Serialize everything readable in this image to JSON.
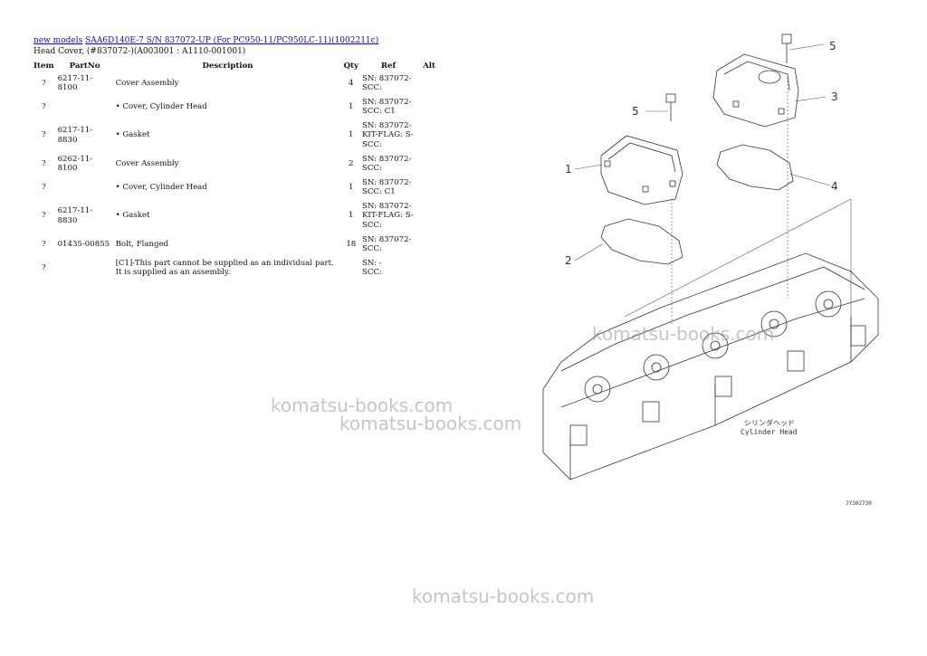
{
  "breadcrumb": {
    "link1": "new models",
    "link2": "SAA6D140E-7 S/N 837072-UP (For PC950-11/PC950LC-11)(1002211c)"
  },
  "subtitle": "Head Cover, (#837072-)(A003001 : A1110-001001)",
  "table": {
    "headers": [
      "Item",
      "PartNo",
      "Description",
      "Qty",
      "Ref",
      "Alt"
    ],
    "rows": [
      {
        "item": "?",
        "part": "6217-11-8100",
        "desc": "Cover Assembly",
        "qty": "4",
        "ref": [
          "SN: 837072-",
          "SCC:"
        ]
      },
      {
        "item": "?",
        "part": "",
        "desc": "• Cover, Cylinder Head",
        "qty": "1",
        "ref": [
          "SN: 837072-",
          "SCC: C1"
        ]
      },
      {
        "item": "?",
        "part": "6217-11-8830",
        "desc": "• Gasket",
        "qty": "1",
        "ref": [
          "SN: 837072-",
          "KIT-FLAG: S-",
          "SCC:"
        ]
      },
      {
        "item": "?",
        "part": "6262-11-8100",
        "desc": "Cover Assembly",
        "qty": "2",
        "ref": [
          "SN: 837072-",
          "SCC:"
        ]
      },
      {
        "item": "?",
        "part": "",
        "desc": "• Cover, Cylinder Head",
        "qty": "1",
        "ref": [
          "SN: 837072-",
          "SCC: C1"
        ]
      },
      {
        "item": "?",
        "part": "6217-11-8830",
        "desc": "• Gasket",
        "qty": "1",
        "ref": [
          "SN: 837072-",
          "KIT-FLAG: S-",
          "SCC:"
        ]
      },
      {
        "item": "?",
        "part": "01435-00855",
        "desc": "Bolt, Flanged",
        "qty": "18",
        "ref": [
          "SN: 837072-",
          "SCC:"
        ]
      },
      {
        "item": "?",
        "part": "",
        "desc": "[C1]-This part cannot be supplied as an individual part. It is supplied as an assembly.",
        "qty": "",
        "ref": [
          "SN: -",
          "SCC:"
        ]
      }
    ]
  },
  "diagram": {
    "callouts": [
      "1",
      "2",
      "3",
      "4",
      "5",
      "5"
    ],
    "label_jp": "シリンダヘッド",
    "label_en": "Cylinder Head",
    "figure_code": "JY302730"
  },
  "watermark": "komatsu-books.com"
}
